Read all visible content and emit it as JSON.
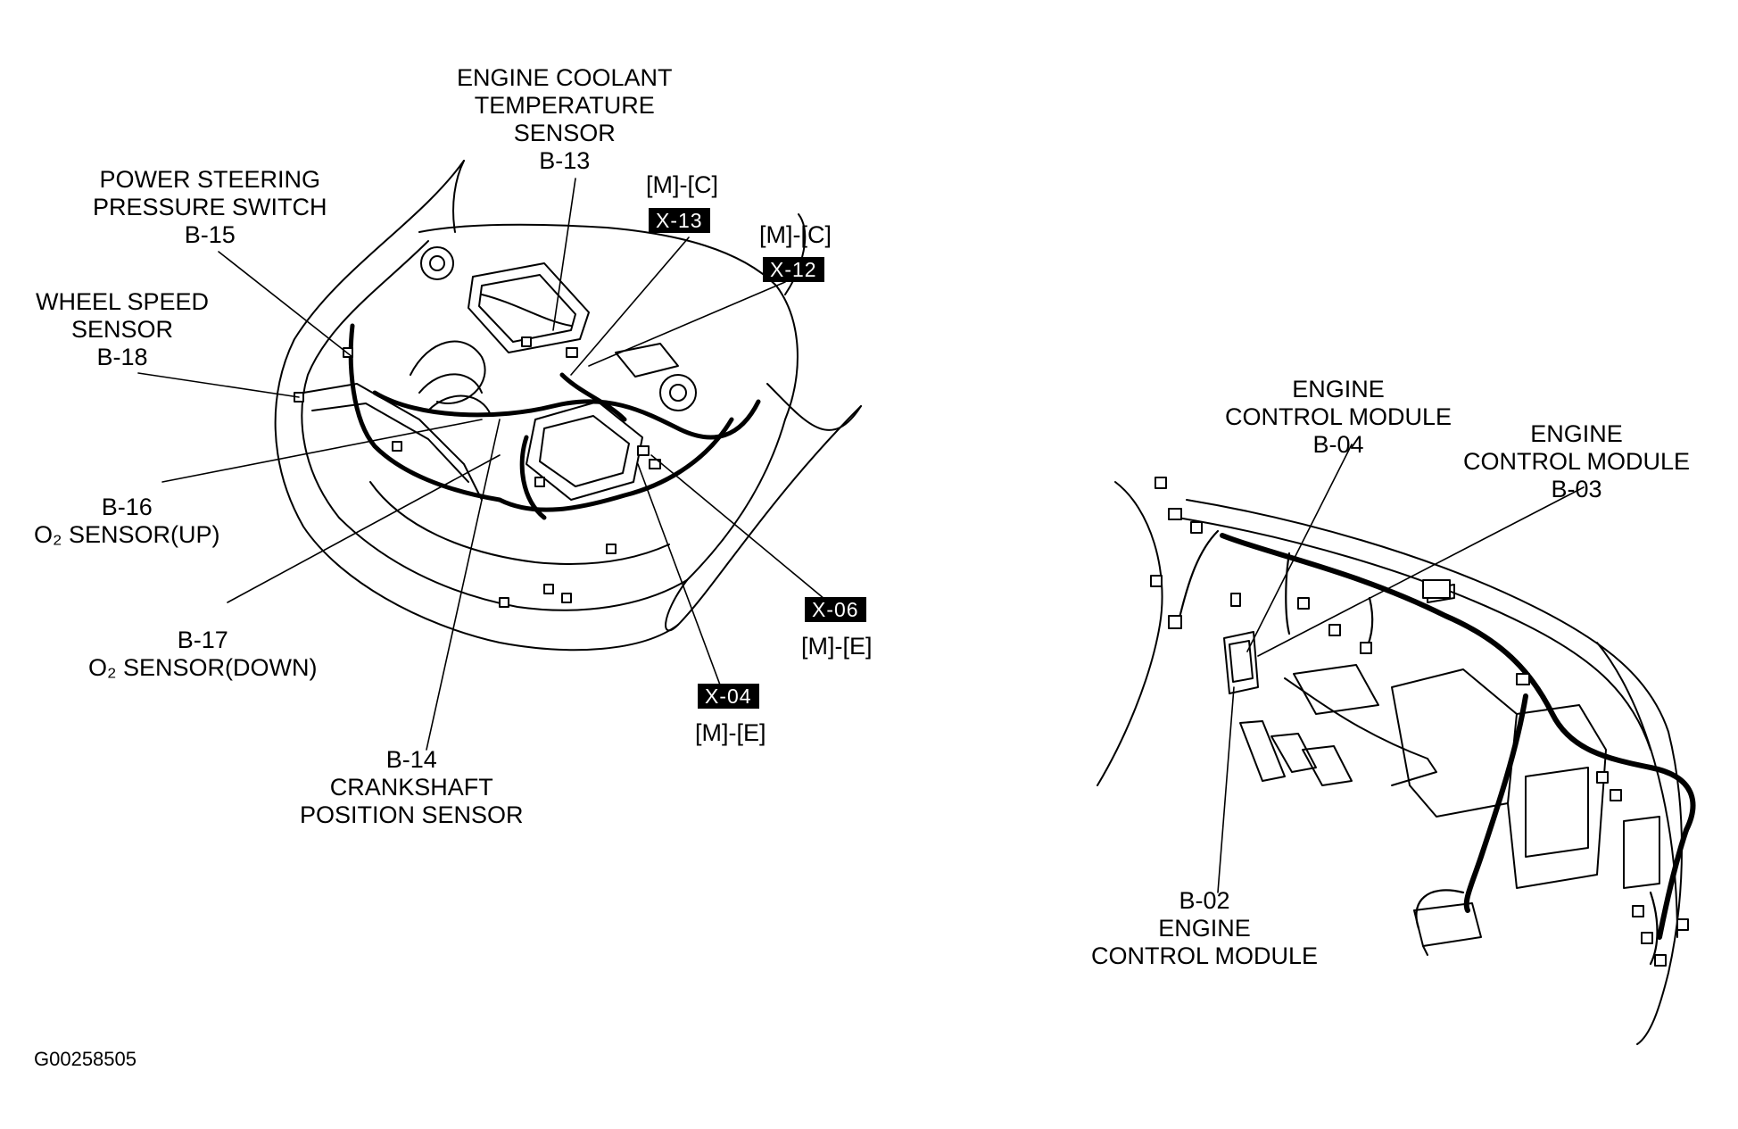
{
  "figure_id": "G00258505",
  "colors": {
    "ink": "#000000",
    "paper": "#ffffff",
    "tag_text": "#ffffff"
  },
  "engine_bay": {
    "ect_sensor": [
      "ENGINE COOLANT",
      "TEMPERATURE",
      "SENSOR",
      "B-13"
    ],
    "ps_switch": [
      "POWER STEERING",
      "PRESSURE SWITCH",
      "B-15"
    ],
    "wheel_speed": [
      "WHEEL SPEED",
      "SENSOR",
      "B-18"
    ],
    "o2_up": [
      "B-16",
      "O₂ SENSOR(UP)"
    ],
    "o2_down": [
      "B-17",
      "O₂ SENSOR(DOWN)"
    ],
    "crank": [
      "B-14",
      "CRANKSHAFT",
      "POSITION SENSOR"
    ],
    "conn_x13": {
      "code": "[M]-[C]",
      "tag": "X-13"
    },
    "conn_x12": {
      "code": "[M]-[C]",
      "tag": "X-12"
    },
    "conn_x06": {
      "code": "[M]-[E]",
      "tag": "X-06"
    },
    "conn_x04": {
      "code": "[M]-[E]",
      "tag": "X-04"
    }
  },
  "dashboard": {
    "ecm_b04": [
      "ENGINE",
      "CONTROL MODULE",
      "B-04"
    ],
    "ecm_b03": [
      "ENGINE",
      "CONTROL MODULE",
      "B-03"
    ],
    "ecm_b02": [
      "B-02",
      "ENGINE",
      "CONTROL MODULE"
    ]
  }
}
